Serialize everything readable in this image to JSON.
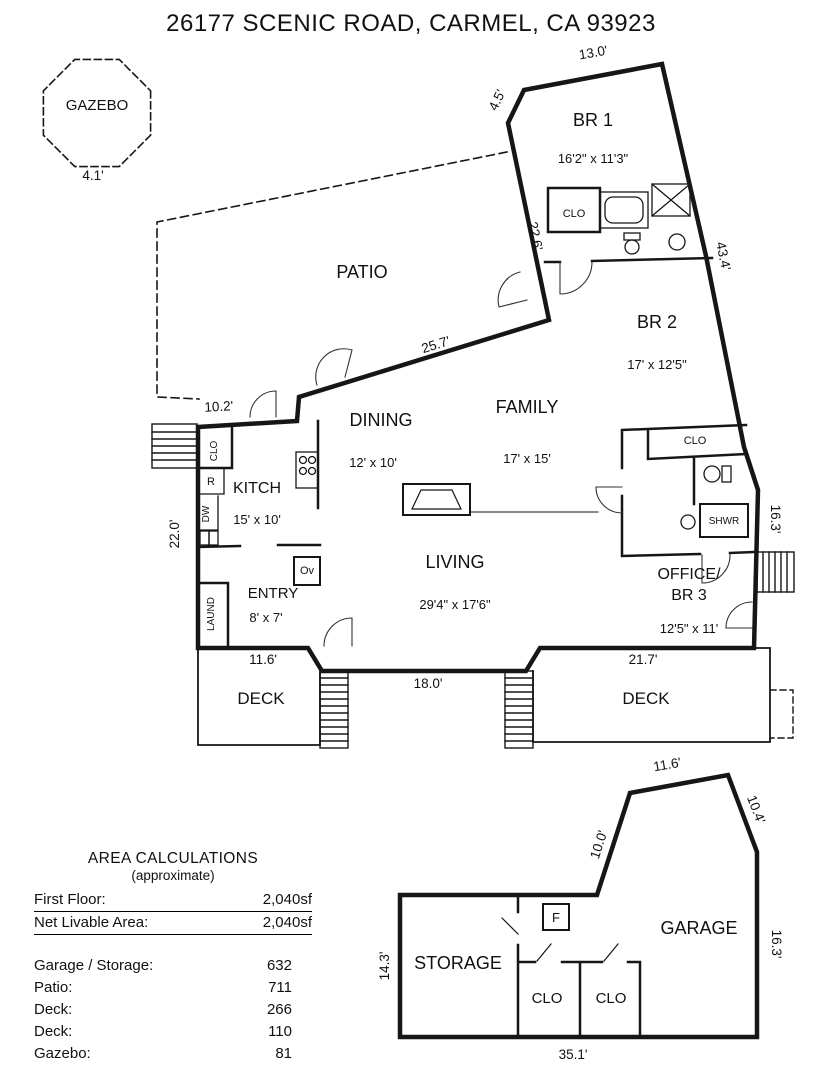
{
  "title": "26177 SCENIC ROAD, CARMEL, CA 93923",
  "gazebo": {
    "label": "GAZEBO",
    "dim": "4.1'"
  },
  "main_floor": {
    "rooms": {
      "patio": {
        "name": "PATIO"
      },
      "br1": {
        "name": "BR 1",
        "size": "16'2\" x 11'3\""
      },
      "br2": {
        "name": "BR 2",
        "size": "17' x 12'5\""
      },
      "dining": {
        "name": "DINING",
        "size": "12' x 10'"
      },
      "family": {
        "name": "FAMILY",
        "size": "17' x 15'"
      },
      "living": {
        "name": "LIVING",
        "size": "29'4\" x 17'6\""
      },
      "kitchen": {
        "name": "KITCH",
        "size": "15' x 10'"
      },
      "entry": {
        "name": "ENTRY",
        "size": "8' x 7'"
      },
      "office": {
        "name_line1": "OFFICE/",
        "name_line2": "BR 3",
        "size": "12'5\" x 11'"
      },
      "deck_left": {
        "name": "DECK"
      },
      "deck_right": {
        "name": "DECK"
      }
    },
    "fixtures": {
      "clo_br1": "CLO",
      "clo_hall": "CLO",
      "clo_kitchen": "CLO",
      "shwr": "SHWR",
      "laund": "LAUND",
      "oven": "Ov",
      "range": "R",
      "dishwasher": "DW"
    },
    "dims": {
      "top": "13.0'",
      "top_corner": "4.5'",
      "patio_right": "22.6'",
      "right": "43.4'",
      "patio_bottom": "25.7'",
      "kitchen_top": "10.2'",
      "left": "22.0'",
      "office_right": "16.3'",
      "deck_left": "11.6'",
      "bay": "18.0'",
      "deck_right": "21.7'"
    }
  },
  "outbuilding": {
    "rooms": {
      "storage": "STORAGE",
      "garage": "GARAGE",
      "clo1": "CLO",
      "clo2": "CLO",
      "furnace": "F"
    },
    "dims": {
      "top": "11.6'",
      "left_diag": "10.0'",
      "right_diag": "10.4'",
      "right": "16.3'",
      "bottom": "35.1'",
      "left": "14.3'"
    }
  },
  "area_calculations": {
    "title": "AREA CALCULATIONS",
    "subtitle": "(approximate)",
    "summary_rows": [
      {
        "label": "First Floor:",
        "value": "2,040sf"
      },
      {
        "label": "Net Livable Area:",
        "value": "2,040sf"
      }
    ],
    "detail_rows": [
      {
        "label": "Garage / Storage:",
        "value": "632"
      },
      {
        "label": "Patio:",
        "value": "711"
      },
      {
        "label": "Deck:",
        "value": "266"
      },
      {
        "label": "Deck:",
        "value": "110"
      },
      {
        "label": "Gazebo:",
        "value": "81"
      }
    ]
  }
}
